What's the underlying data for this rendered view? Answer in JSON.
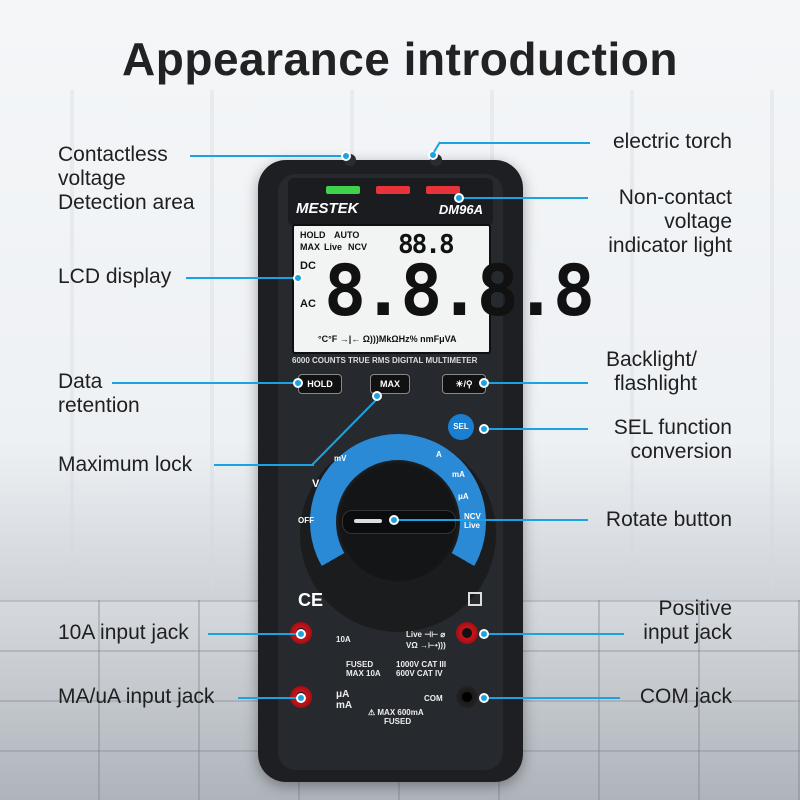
{
  "title": "Appearance introduction",
  "labels": {
    "contactless": [
      "Contactless",
      "voltage",
      "Detection area"
    ],
    "lcd_display": "LCD display",
    "data_retention": [
      "Data",
      "retention"
    ],
    "maximum_lock": "Maximum lock",
    "input_10a": "10A input jack",
    "input_ma": "MA/uA input jack",
    "electric_torch": "electric torch",
    "noncontact_light": [
      "Non-contact",
      "voltage",
      "indicator light"
    ],
    "backlight": [
      "Backlight/",
      "flashlight"
    ],
    "sel_function": [
      "SEL function",
      "conversion"
    ],
    "rotate_button": "Rotate button",
    "positive_jack": [
      "Positive",
      "input jack"
    ],
    "com_jack": "COM jack"
  },
  "device": {
    "brand": "MESTEK",
    "model": "DM96A",
    "lcd": {
      "hold": "HOLD",
      "auto": "AUTO",
      "max": "MAX",
      "live": "Live",
      "ncv": "NCV",
      "mini": "88.8",
      "main": "8.8.8.8",
      "dc": "DC",
      "ac": "AC",
      "units": "°C°F →|← Ω)))MkΩHz% nmFμVA"
    },
    "spec_text": "6000 COUNTS  TRUE RMS  DIGITAL MULTIMETER",
    "buttons": {
      "hold": "HOLD",
      "max": "MAX",
      "light": "☀/⚲",
      "sel": "SEL"
    },
    "dial": {
      "off": "OFF",
      "ncv": "NCV",
      "live": "Live",
      "v": "V",
      "mv": "mV",
      "a": "A",
      "ma": "mA",
      "ua": "μA"
    },
    "panel": {
      "a10": "10A",
      "fused": [
        "FUSED",
        "MAX 10A"
      ],
      "live_v": [
        "Live ⊣⊢ ⌀",
        "VΩ →⊢•)))"
      ],
      "cat": [
        "1000V CAT III",
        "600V CAT IV"
      ],
      "com": "COM",
      "ua_ma": [
        "μA",
        "mA"
      ],
      "max_fuse": [
        "⚠ MAX 600mA",
        "FUSED"
      ],
      "ce": "CE"
    }
  },
  "colors": {
    "accent": "#1aa3e0",
    "led_green": "#3fd24a",
    "led_red": "#e8333a",
    "dial_blue": "#2b8ad6"
  }
}
